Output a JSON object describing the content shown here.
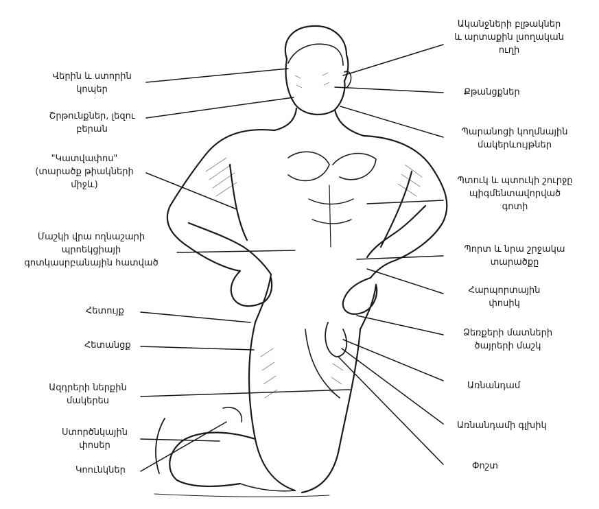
{
  "labels": {
    "upper_lower_eyelids": [
      "Վերին և ստորին",
      "կոպեր"
    ],
    "lips_tongue_mouth": [
      "Շրթունքներ, լեզու",
      "բերան"
    ],
    "saddle": [
      "\"Կատվափոս\"",
      "(տարածք թիակների",
      "միջև)"
    ],
    "skin_projection": [
      "Մաշկի վրա ողնաշարի",
      "պրոեկցիայի",
      "գոտկասրբանային հատված"
    ],
    "buttocks": [
      "Հետույք"
    ],
    "anus": [
      "Հետանցք"
    ],
    "inner_thighs": [
      "Ազդրերի ներքին",
      "մակերես"
    ],
    "plantar_fossa": [
      "Ստործնկային",
      "փոսեր"
    ],
    "knees": [
      "Կոունկներ"
    ],
    "eye_corners": [
      "Ականջների բլթակներ",
      "և արտաքին լսողական",
      "ուղի"
    ],
    "nostrils": [
      "Քթանցքներ"
    ],
    "parotid_surfaces": [
      "Պարանոցի կողմնային",
      "մակերևույթներ"
    ],
    "nipples_zone": [
      "Պտուկ և պտուկի շուրջը",
      "պիգմենտավորված",
      "գոտի"
    ],
    "navel_area": [
      "Պորտ և նրա շրջակա",
      "տարածքը"
    ],
    "inguinal_fossa": [
      "Հարպորտային",
      "փոսիկ"
    ],
    "fingertips": [
      "Ձեռքերի մատների",
      "ծայրերի մաշկ"
    ],
    "penis": [
      "Առնանդամ"
    ],
    "glans": [
      "Առնանդամի գլխիկ"
    ],
    "scrotum": [
      "Փոշտ"
    ]
  }
}
